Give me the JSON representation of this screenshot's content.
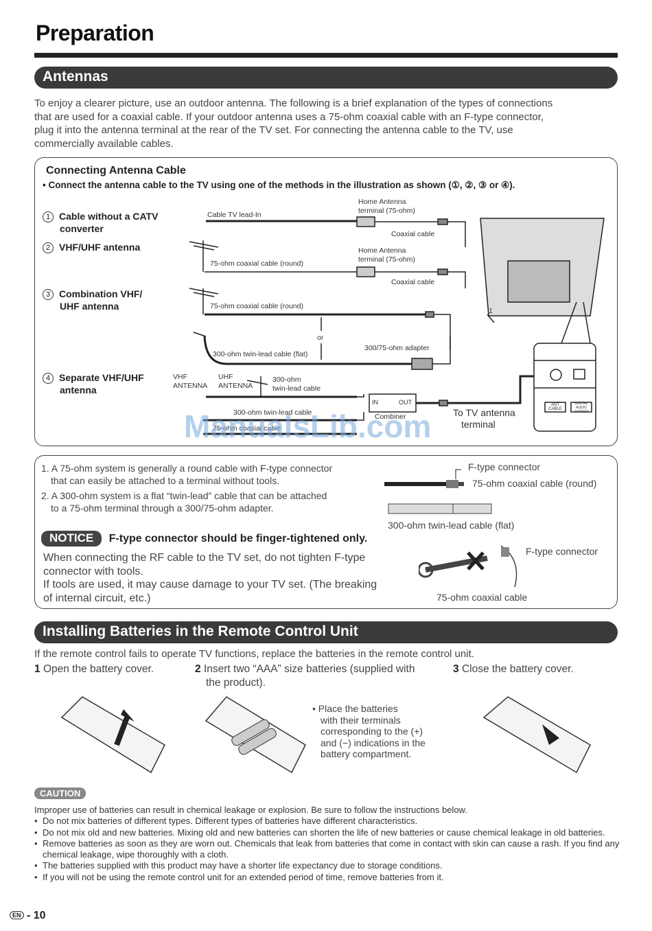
{
  "page": {
    "title": "Preparation",
    "number_prefix": "EN",
    "number": "- 10",
    "watermark": "ManualsLib.com"
  },
  "antennas": {
    "heading": "Antennas",
    "intro": [
      "To enjoy a clearer picture, use an outdoor antenna. The following is a brief explanation of the types of connections",
      "that are used for a coaxial cable. If your outdoor antenna uses a 75-ohm coaxial cable with an F-type connector,",
      "plug it into the antenna terminal at the rear of the TV set. For connecting the antenna cable to the TV, use",
      "commercially available cables."
    ],
    "box_title": "Connecting Antenna Cable",
    "box_instruction": "• Connect the antenna cable to the TV using one of the methods in the illustration as shown (①, ②, ③ or ④).",
    "methods": [
      {
        "num": "1",
        "line1": "Cable without a CATV",
        "line2": "converter"
      },
      {
        "num": "2",
        "line1": "VHF/UHF antenna",
        "line2": ""
      },
      {
        "num": "3",
        "line1": "Combination VHF/",
        "line2": "UHF antenna"
      },
      {
        "num": "4",
        "line1": "Separate VHF/UHF",
        "line2": "antenna"
      }
    ],
    "diagram": {
      "cable_tv_lead_in": "Cable TV lead-In",
      "home_antenna_1a": "Home Antenna",
      "home_antenna_1b": "terminal (75-ohm)",
      "coaxial_cable_1": "Coaxial cable",
      "coax_round_2": "75-ohm coaxial cable (round)",
      "home_antenna_2a": "Home Antenna",
      "home_antenna_2b": "terminal (75-ohm)",
      "coaxial_cable_2": "Coaxial cable",
      "coax_round_3": "75-ohm coaxial cable (round)",
      "or": "or",
      "twin_lead_flat": "300-ohm twin-lead cable (flat)",
      "adapter": "300/75-ohm adapter",
      "vhf_a": "VHF",
      "vhf_b": "ANTENNA",
      "uhf_a": "UHF",
      "uhf_b": "ANTENNA",
      "ohm300_a": "300-ohm",
      "ohm300_b": "twin-lead cable",
      "in": "IN",
      "out": "OUT",
      "twin_lead_4": "300-ohm twin-lead cable",
      "combiner": "Combiner",
      "coax_4": "75-ohm coaxial cable",
      "to_tv_a": "To TV antenna",
      "to_tv_b": "terminal",
      "ant_cable": "ANT CABLE",
      "digital_audio": "DIGITAL AUDIO OUTPUT",
      "marker_1": "1"
    },
    "notes": [
      {
        "line1": "1. A 75-ohm system is generally a round cable with F-type connector",
        "line2": "that can easily be attached to a terminal without tools."
      },
      {
        "line1": "2. A 300-ohm system is a flat “twin-lead” cable that can be attached",
        "line2": "to a 75-ohm terminal through a 300/75-ohm adapter."
      }
    ],
    "f_type_connector": "F-type connector",
    "coax_round_note": "75-ohm coaxial cable (round)",
    "twin_lead_note": "300-ohm twin-lead cable (flat)",
    "notice_badge": "NOTICE",
    "notice_title": "F-type connector should be finger-tightened only.",
    "notice_lines": [
      "When connecting the RF cable to the TV set, do not tighten F-type",
      "connector with tools.",
      "If tools are used, it may cause damage to your TV set. (The breaking",
      "of internal circuit, etc.)"
    ],
    "wrench_f_type": "F-type connector",
    "wrench_coax": "75-ohm coaxial cable"
  },
  "batteries": {
    "heading": "Installing Batteries in the Remote Control Unit",
    "intro": "If the remote control fails to operate TV functions, replace the batteries in the remote control unit.",
    "steps": [
      {
        "num": "1",
        "text": "Open the battery cover.",
        "text2": ""
      },
      {
        "num": "2",
        "text": "Insert two “AAA” size batteries (supplied with",
        "text2": "the product)."
      },
      {
        "num": "3",
        "text": "Close the battery cover.",
        "text2": ""
      }
    ],
    "tip": [
      "Place the batteries",
      "with their terminals",
      "corresponding to the (+)",
      "and (−) indications in the",
      "battery compartment."
    ],
    "caution_badge": "CAUTION",
    "caution_intro": "Improper use of batteries can result in chemical leakage or explosion. Be sure to follow the instructions below.",
    "caution_items": [
      "Do not mix batteries of different types. Different types of batteries have different characteristics.",
      "Do not mix old and new batteries. Mixing old and new batteries can shorten the life of new batteries or cause chemical leakage in old batteries.",
      "Remove batteries as soon as they are worn out. Chemicals that leak from batteries that come in contact with skin can cause a rash. If you find any chemical leakage, wipe thoroughly with a cloth.",
      "The batteries supplied with this product may have a shorter life expectancy due to storage conditions.",
      "If you will not be using the remote control unit for an extended period of time, remove batteries from it."
    ]
  }
}
